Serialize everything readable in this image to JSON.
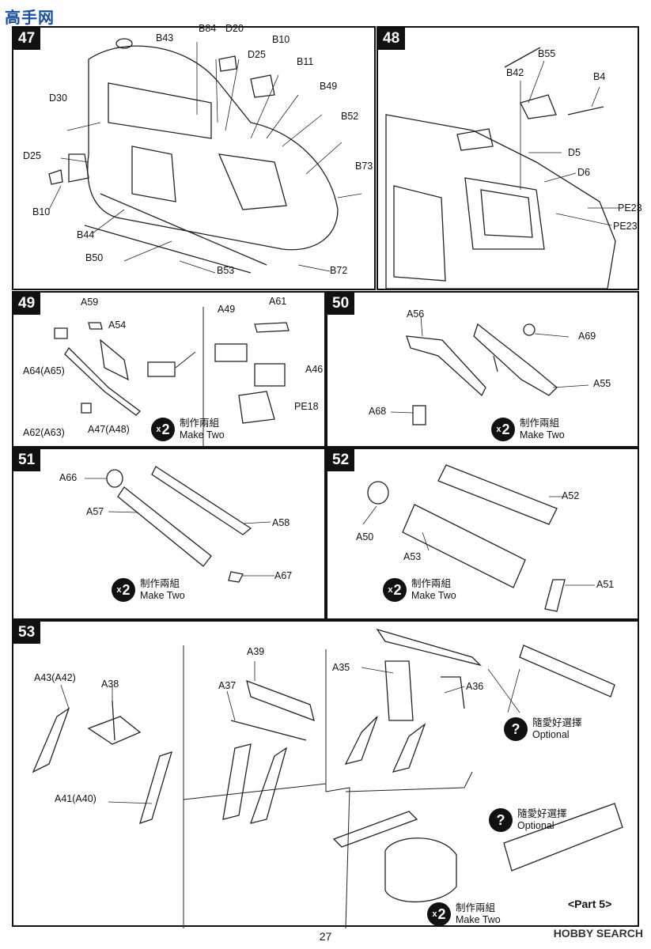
{
  "site_logo": "高手网",
  "steps": {
    "s47": {
      "number": "47",
      "labels": [
        "B43",
        "B84",
        "D20",
        "B10",
        "D25",
        "B11",
        "D30",
        "B49",
        "B52",
        "D25",
        "B73",
        "B10",
        "B44",
        "B50",
        "B53",
        "B72"
      ]
    },
    "s48": {
      "number": "48",
      "labels": [
        "B55",
        "B42",
        "B4",
        "D5",
        "D6",
        "PE23",
        "PE23"
      ]
    },
    "s49": {
      "number": "49",
      "labels": [
        "A59",
        "A54",
        "A49",
        "A61",
        "A64(A65)",
        "A46",
        "PE18",
        "A62(A63)",
        "A47(A48)"
      ]
    },
    "s50": {
      "number": "50",
      "labels": [
        "A56",
        "A69",
        "A55",
        "A68"
      ]
    },
    "s51": {
      "number": "51",
      "labels": [
        "A66",
        "A57",
        "A58",
        "A67"
      ]
    },
    "s52": {
      "number": "52",
      "labels": [
        "A52",
        "A50",
        "A53",
        "A51"
      ]
    },
    "s53": {
      "number": "53",
      "labels": [
        "A43(A42)",
        "A38",
        "A41(A40)",
        "A39",
        "A37",
        "A35",
        "A36"
      ]
    }
  },
  "make_two": {
    "mult": "x",
    "count": "2",
    "zh": "制作兩組",
    "en": "Make Two"
  },
  "optional": {
    "zh": "隨愛好選擇",
    "en": "Optional",
    "icon": "?"
  },
  "footer": {
    "page": "27",
    "part": "<Part 5>",
    "watermark": "HOBBY SEARCH"
  }
}
